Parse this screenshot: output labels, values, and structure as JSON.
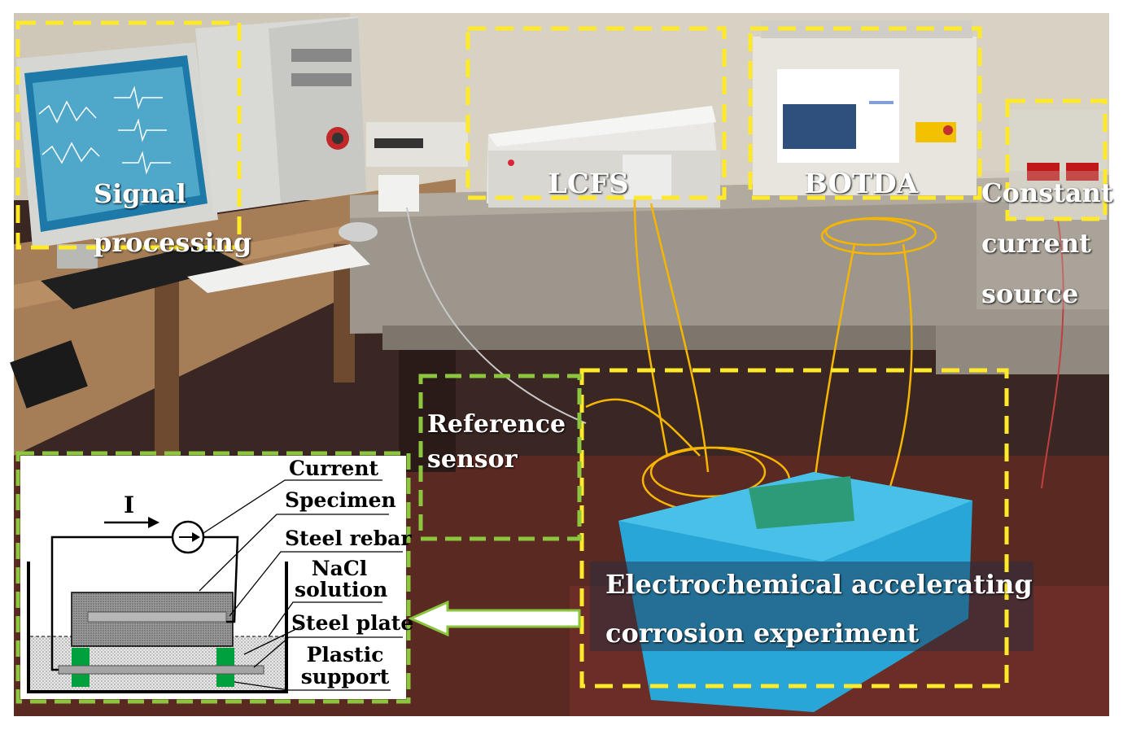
{
  "labels": {
    "signal_processing": [
      "Signal",
      "processing"
    ],
    "lcfs": "LCFS",
    "botda": "BOTDA",
    "constant_current_source": [
      "Constant",
      "current",
      "source"
    ],
    "reference_sensor": [
      "Reference",
      "sensor"
    ],
    "electrochemical": [
      "Electrochemical accelerating",
      "corrosion experiment"
    ]
  },
  "schematic": {
    "current_symbol": "I",
    "current": "Current",
    "specimen": "Specimen",
    "steel_rebar": "Steel rebar",
    "nacl_solution": [
      "NaCl",
      "solution"
    ],
    "steel_plate": "Steel plate",
    "plastic_support": [
      "Plastic",
      "support"
    ]
  },
  "colors": {
    "yellow_dash": "#ffea2a",
    "green_dash": "#8cc63f",
    "support_green": "#00a03c",
    "basin_blue": "#29a6d8"
  }
}
